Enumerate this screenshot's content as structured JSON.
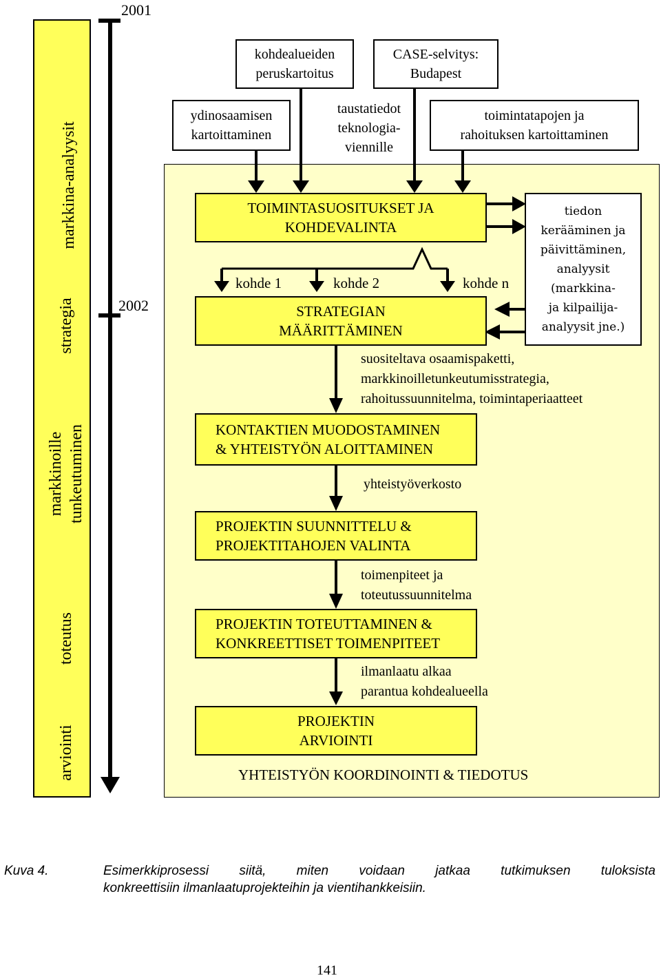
{
  "timeline": {
    "year_top": "2001",
    "year_mid": "2002"
  },
  "phase_bar": {
    "fill": "#ffff5a",
    "labels": [
      "arviointi",
      "toteutus",
      "markkinoille\ntunkeutuminen",
      "strategia",
      "markkina-analyysit"
    ]
  },
  "top_boxes": {
    "base_survey": "kohdealueiden\nperuskartoitus",
    "case_study": "CASE-selvitys:\nBudapest",
    "core_competence": "ydinosaamisen\nkartoittaminen",
    "background": "taustatiedot\nteknologia-\nviennille",
    "practices": "toimintatapojen ja\nrahoituksen kartoittaminen"
  },
  "process": {
    "recommendations": "TOIMINTASUOSITUKSET JA\nKOHDEVALINTA",
    "target1": "kohde 1",
    "target2": "kohde 2",
    "targetn": "kohde n",
    "strategy": "STRATEGIAN\nMÄÄRITTÄMINEN",
    "strategy_output": "suositeltava osaamispaketti,\nmarkkinoilletunkeutumisstrategia,\nrahoitussuunnitelma, toimintaperiaatteet",
    "contacts": "KONTAKTIEN MUODOSTAMINEN\n& YHTEISTYÖN ALOITTAMINEN",
    "contacts_output": "yhteistyöverkosto",
    "planning": "PROJEKTIN SUUNNITTELU &\nPROJEKTITAHOJEN VALINTA",
    "planning_output": "toimenpiteet ja\ntoteutussuunnitelma",
    "implementation": "PROJEKTIN TOTEUTTAMINEN &\nKONKREETTISET TOIMENPITEET",
    "implementation_output": "ilmanlaatu alkaa\nparantua kohdealueella",
    "evaluation": "PROJEKTIN\nARVIOINTI",
    "coordination": "YHTEISTYÖN KOORDINOINTI & TIEDOTUS"
  },
  "data_collection": "tiedon\nkerääminen ja\npäivittäminen,\nanalyysit\n(markkina-\nja kilpailija-\nanalyysit jne.)",
  "caption": {
    "label": "Kuva 4.",
    "line1": "Esimerkkiprosessi siitä, miten voidaan jatkaa tutkimuksen tuloksista",
    "line2": "konkreettisiin ilmanlaatuprojekteihin ja vientihankkeisiin."
  },
  "page_number": "141"
}
